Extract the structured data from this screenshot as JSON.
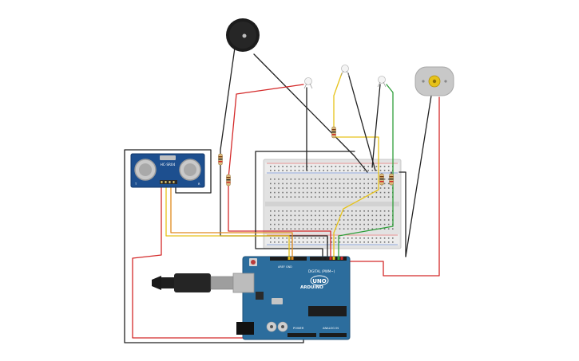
{
  "sensor": {
    "model": "HC-SR04",
    "pin_t": "T",
    "pin_r": "R"
  },
  "board": {
    "brand": "ARDUINO",
    "model": "UNO",
    "digital_label": "DIGITAL (PWM~)",
    "power_label": "POWER",
    "analog_label": "ANALOG IN",
    "aref": "AREF",
    "gnd": "GND"
  },
  "colors": {
    "wire_red": "#d42a2a",
    "wire_black": "#222222",
    "wire_yellow": "#e6c21a",
    "wire_green": "#2f9e3a",
    "wire_orange": "#e08a1e",
    "board_blue": "#2c6d9d",
    "sensor_blue": "#1d4f8f"
  }
}
